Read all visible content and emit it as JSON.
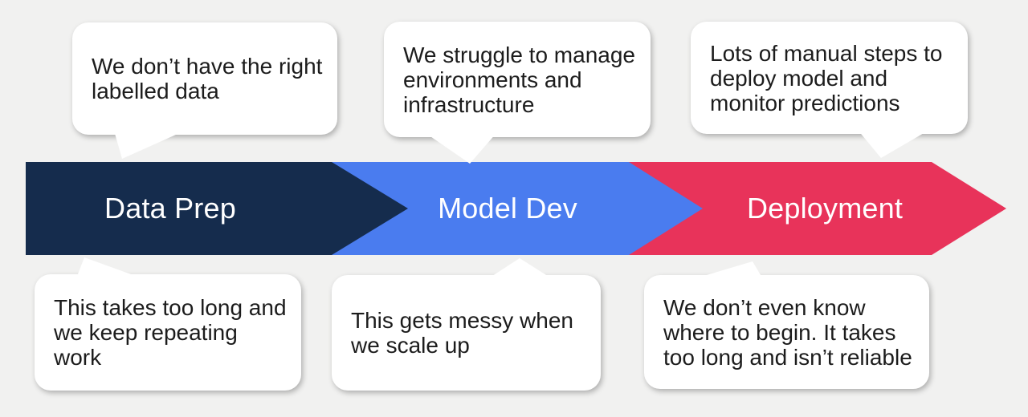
{
  "pipeline": {
    "stages": [
      {
        "label": "Data Prep",
        "color": "#152C4D"
      },
      {
        "label": "Model Dev",
        "color": "#4A7CEF"
      },
      {
        "label": "Deployment",
        "color": "#E8335A"
      }
    ]
  },
  "quotes": {
    "top": [
      {
        "text": "We don’t have the right\nlabelled data"
      },
      {
        "text": "We struggle to manage\nenvironments and\ninfrastructure"
      },
      {
        "text": "Lots of manual steps to\ndeploy model and\nmonitor predictions"
      }
    ],
    "bottom": [
      {
        "text": "This takes too long and\nwe keep repeating\nwork"
      },
      {
        "text": "This gets messy when\nwe scale up"
      },
      {
        "text": "We don’t even know\nwhere to begin. It takes\ntoo long and isn’t reliable"
      }
    ]
  },
  "colors": {
    "background": "#F1F1F0",
    "bubble": "#FFFFFF",
    "stage_text": "#FFFFFF",
    "quote_text": "#1C1C1C"
  }
}
